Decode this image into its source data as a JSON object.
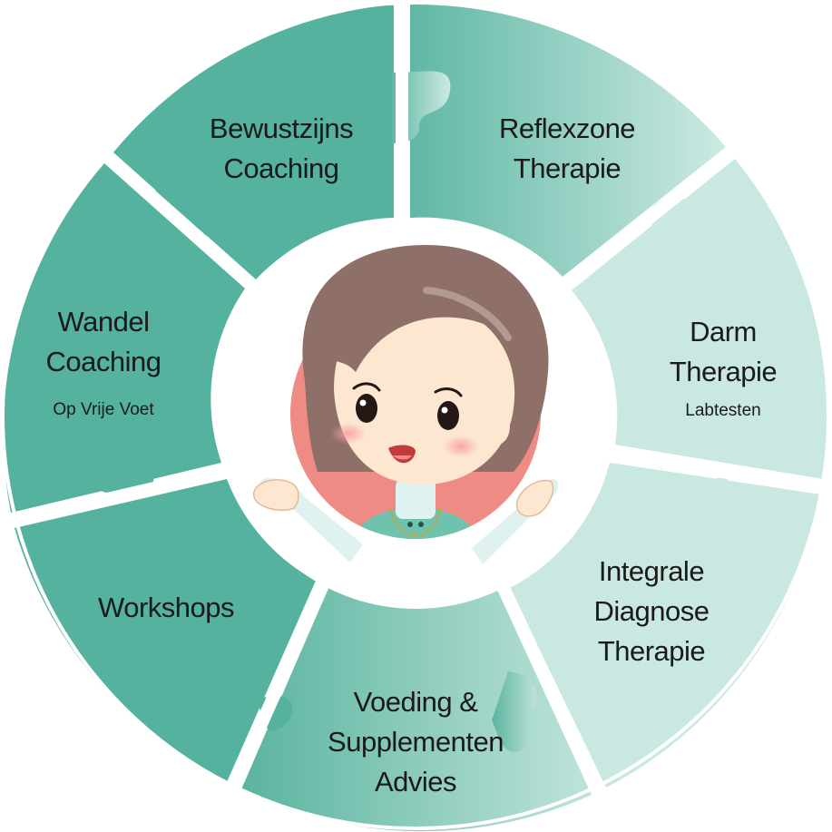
{
  "diagram": {
    "segments": [
      {
        "id": "bewustzijns",
        "lines": [
          "Bewustzijns",
          "Coaching"
        ],
        "sub": ""
      },
      {
        "id": "reflexzone",
        "lines": [
          "Reflexzone",
          "Therapie"
        ],
        "sub": ""
      },
      {
        "id": "darm",
        "lines": [
          "Darm",
          "Therapie"
        ],
        "sub": "Labtesten"
      },
      {
        "id": "integrale",
        "lines": [
          "Integrale",
          "Diagnose",
          "Therapie"
        ],
        "sub": ""
      },
      {
        "id": "voeding",
        "lines": [
          "Voeding &",
          "Supplementen",
          "Advies"
        ],
        "sub": ""
      },
      {
        "id": "workshops",
        "lines": [
          "Workshops"
        ],
        "sub": ""
      },
      {
        "id": "wandel",
        "lines": [
          "Wandel",
          "Coaching"
        ],
        "sub": "Op Vrije Voet"
      }
    ],
    "center": {
      "illustration": "woman-character-illustration"
    },
    "colors": {
      "dark_teal": "#54b29f",
      "light_teal": "#c9e8e1",
      "divider": "#ffffff",
      "center_circle": "#ee8b85",
      "hair": "#8f7068",
      "skin": "#fde7d0",
      "shirt": "#6fc2ad"
    }
  }
}
